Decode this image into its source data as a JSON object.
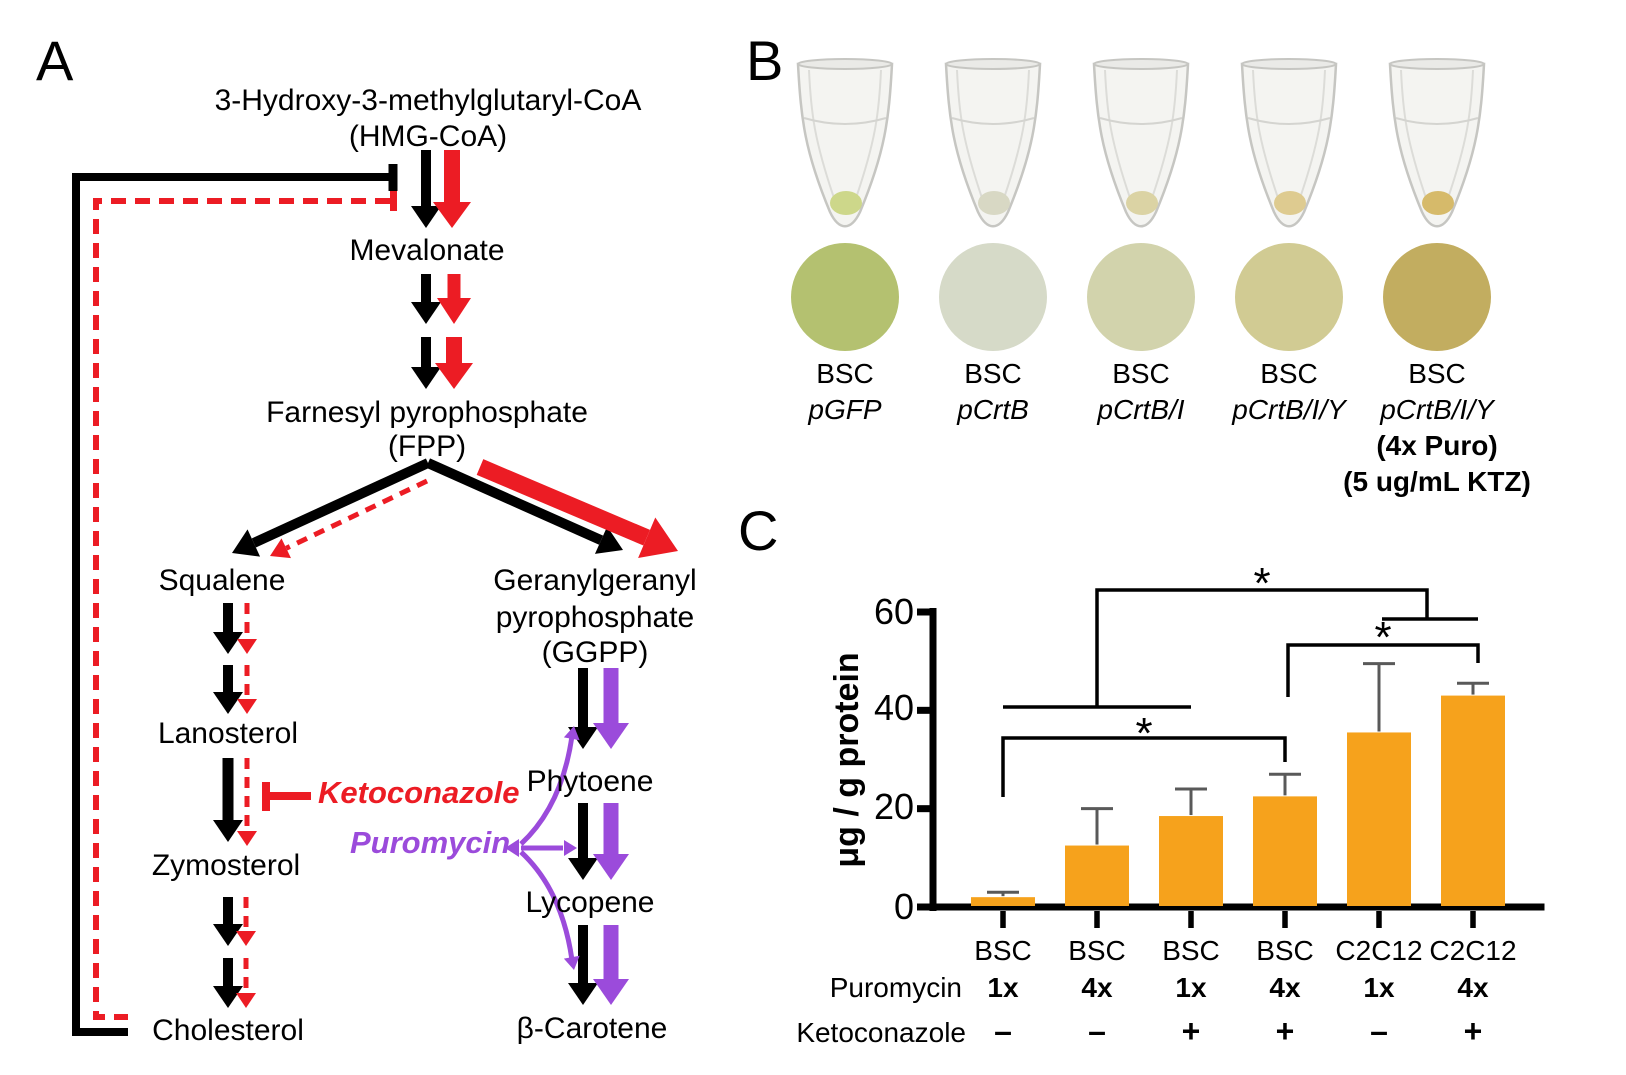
{
  "figure": {
    "panel_a_label": "A",
    "panel_b_label": "B",
    "panel_c_label": "C"
  },
  "pathway": {
    "hmg_line1": "3-Hydroxy-3-methylglutaryl-CoA",
    "hmg_line2": "(HMG-CoA)",
    "mevalonate": "Mevalonate",
    "fpp_line1": "Farnesyl pyrophosphate",
    "fpp_line2": "(FPP)",
    "squalene": "Squalene",
    "ggpp_line1": "Geranylgeranyl",
    "ggpp_line2": "pyrophosphate",
    "ggpp_line3": "(GGPP)",
    "lanosterol": "Lanosterol",
    "phytoene": "Phytoene",
    "zymosterol": "Zymosterol",
    "lycopene": "Lycopene",
    "cholesterol": "Cholesterol",
    "beta_carotene": "β-Carotene",
    "ketoconazole": "Ketoconazole",
    "puromycin": "Puromycin",
    "colors": {
      "normal": "#000000",
      "ketoconazole_effect": "#EC1C24",
      "puromycin_effect": "#9B4BDB"
    }
  },
  "panel_b": {
    "samples": [
      {
        "cell_line": "BSC",
        "plasmid": "pGFP",
        "notes": [],
        "pellet_color": "#cdd78a",
        "culture_color": "#b4c170"
      },
      {
        "cell_line": "BSC",
        "plasmid": "pCrtB",
        "notes": [],
        "pellet_color": "#d8d8c4",
        "culture_color": "#d6dac8"
      },
      {
        "cell_line": "BSC",
        "plasmid": "pCrtB/I",
        "notes": [],
        "pellet_color": "#dbd3a4",
        "culture_color": "#d2d3ac"
      },
      {
        "cell_line": "BSC",
        "plasmid": "pCrtB/I/Y",
        "notes": [],
        "pellet_color": "#decb90",
        "culture_color": "#d1cb93"
      },
      {
        "cell_line": "BSC",
        "plasmid": "pCrtB/I/Y",
        "notes": [
          "(4x Puro)",
          "(5 ug/mL KTZ)"
        ],
        "pellet_color": "#d6ba6a",
        "culture_color": "#c2ad60"
      }
    ]
  },
  "chart_data": {
    "type": "bar",
    "title": "",
    "xlabel": "",
    "ylabel": "μg / g protein",
    "ylim": [
      0,
      60
    ],
    "yticks": [
      0,
      20,
      40,
      60
    ],
    "grid": false,
    "legend_position": "none",
    "bar_color": "#F6A21C",
    "error_color": "#595959",
    "axis_color": "#000000",
    "categories": [
      "BSC",
      "BSC",
      "BSC",
      "BSC",
      "C2C12",
      "C2C12"
    ],
    "values": [
      2,
      12.5,
      18.5,
      22.5,
      35.5,
      43
    ],
    "errors_plus": [
      1,
      7.5,
      5.5,
      4.5,
      14,
      2.5
    ],
    "row_labels": [
      {
        "name": "Puromycin",
        "values": [
          "1x",
          "4x",
          "1x",
          "4x",
          "1x",
          "4x"
        ]
      },
      {
        "name": "Ketoconazole",
        "values": [
          "–",
          "–",
          "+",
          "+",
          "–",
          "+"
        ]
      }
    ],
    "significance": [
      {
        "label": "*",
        "spans": "bars 1-3 vs bars 5-6"
      },
      {
        "label": "*",
        "spans": "bar 4 vs bar 6"
      },
      {
        "label": "*",
        "spans": "bar 1 vs bar 4"
      }
    ]
  }
}
